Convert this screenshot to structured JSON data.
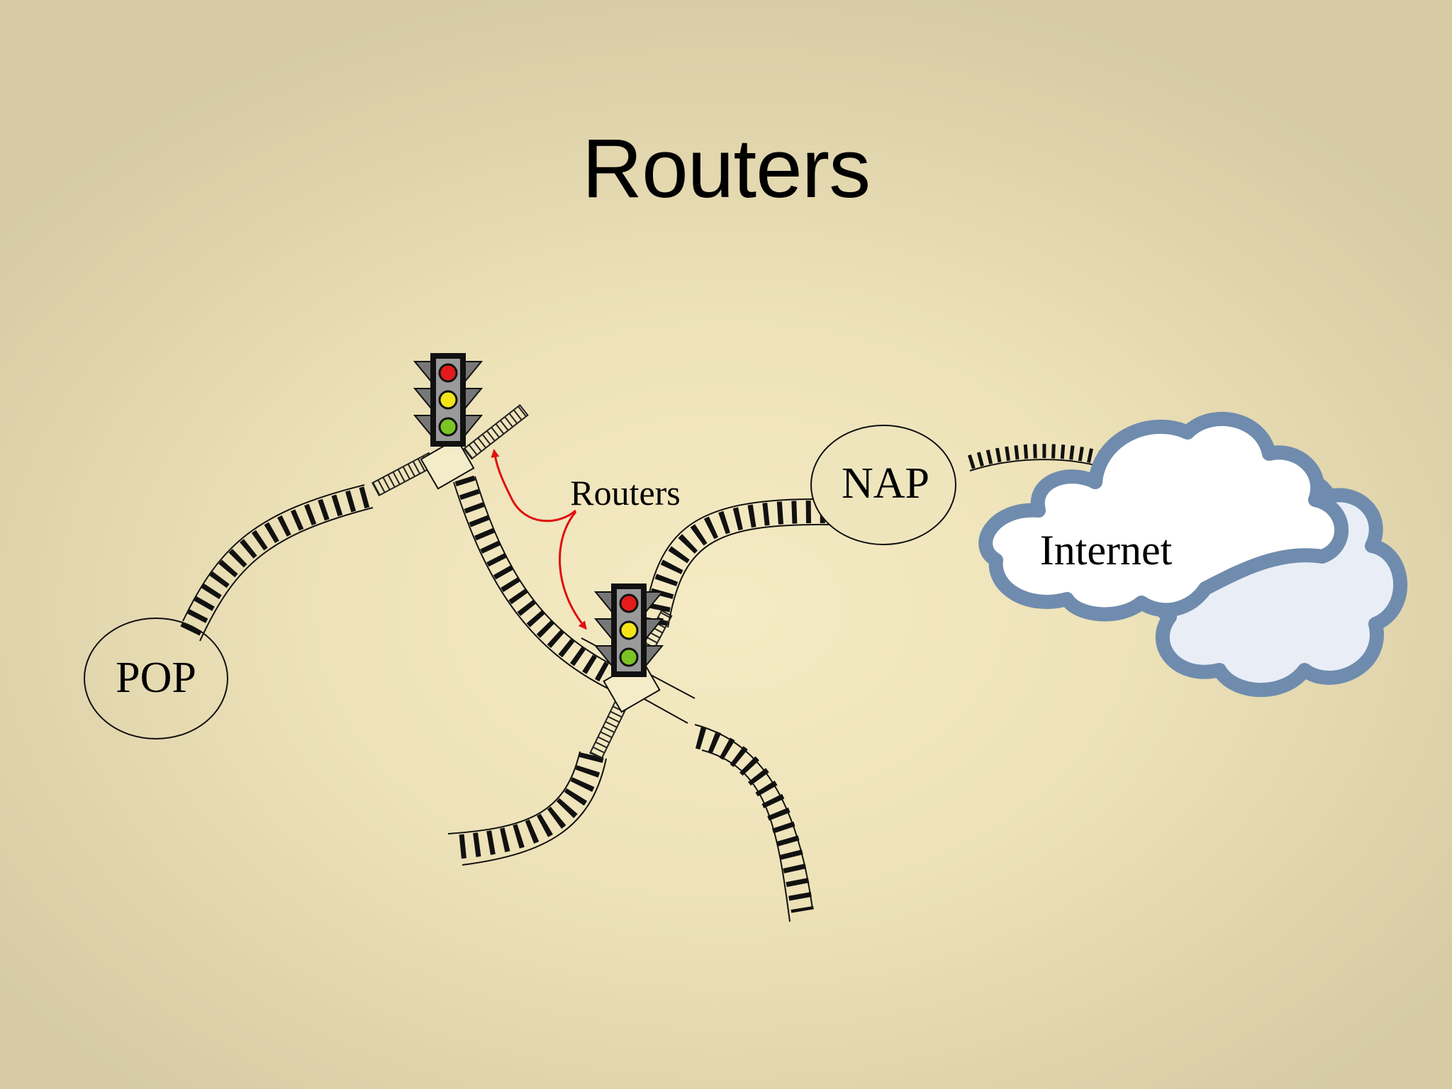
{
  "slide": {
    "title": "Routers"
  },
  "labels": {
    "pop": "POP",
    "nap": "NAP",
    "internet": "Internet",
    "routers": "Routers"
  },
  "colors": {
    "background": "#ede2b8",
    "arrow": "#e01010",
    "cloud_outline": "#6f8cae",
    "light_red": "#e31b1b",
    "light_yellow": "#f2e418",
    "light_green": "#7cc326"
  },
  "icons": [
    "traffic-light-icon",
    "cloud-icon"
  ]
}
